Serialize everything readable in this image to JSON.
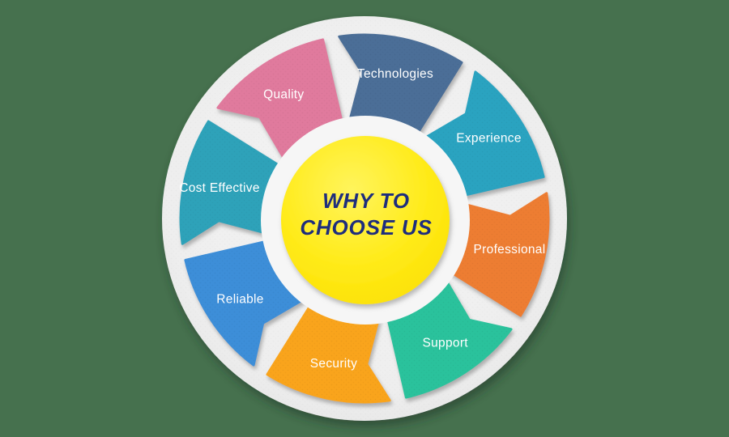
{
  "diagram": {
    "type": "cycle-wheel",
    "flow_direction": "clockwise",
    "background_color": "#46714E"
  },
  "center": {
    "line1": "WHY TO",
    "line2": "CHOOSE US",
    "fill_color": "#FFE60A",
    "fill_highlight": "#FFF45C",
    "text_color": "#1E2D7D"
  },
  "wheel": {
    "ring_color": "#ECECEC",
    "inner_ring_color": "#F6F6F6",
    "label_color": "#FFFFFF"
  },
  "segments": [
    {
      "label": "Technologies",
      "color": "#4B6E97"
    },
    {
      "label": "Experience",
      "color": "#2BA3C0"
    },
    {
      "label": "Professional",
      "color": "#ED7D31"
    },
    {
      "label": "Support",
      "color": "#2CC29C"
    },
    {
      "label": "Security",
      "color": "#F9A41A"
    },
    {
      "label": "Reliable",
      "color": "#3E8ED8"
    },
    {
      "label": "Cost Effective",
      "color": "#2DA2B9"
    },
    {
      "label": "Quality",
      "color": "#E07A9D"
    }
  ]
}
